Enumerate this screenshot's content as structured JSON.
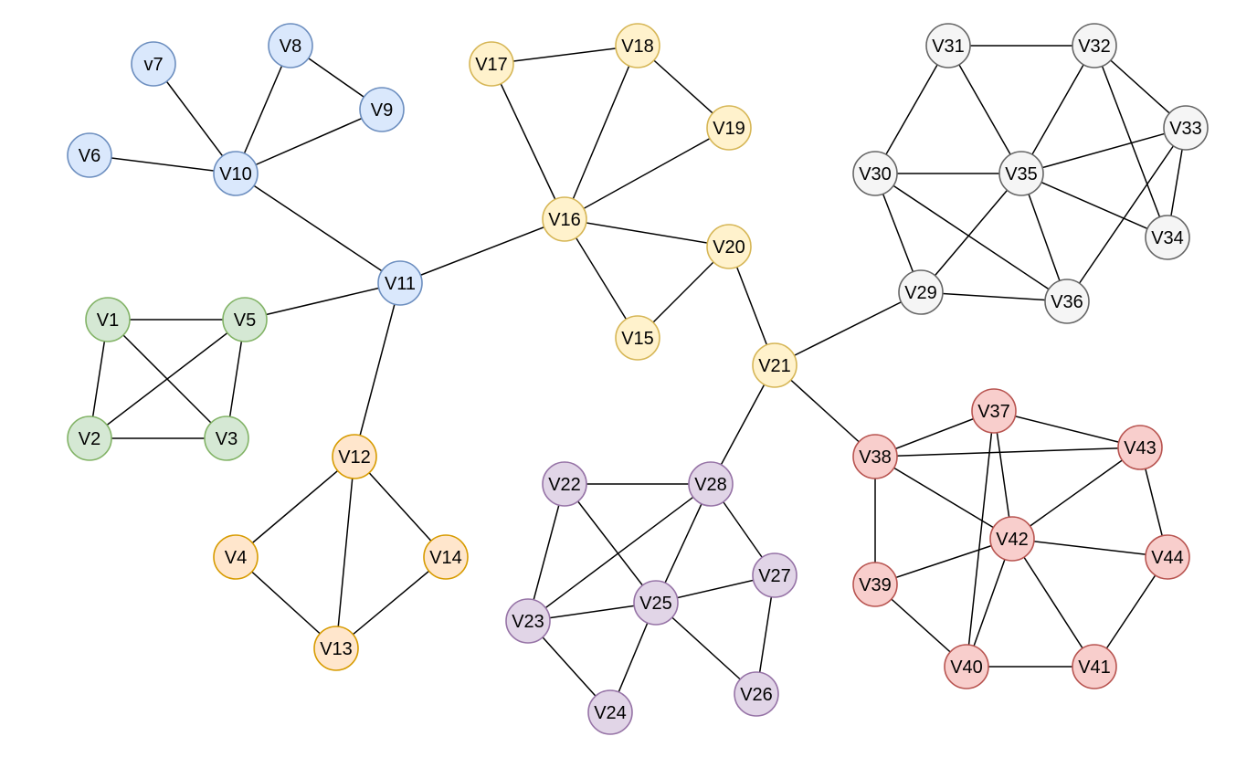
{
  "palettes": {
    "blue": {
      "fill": "#dae8fc",
      "stroke": "#6c8ebf"
    },
    "green": {
      "fill": "#d5e8d4",
      "stroke": "#82b366"
    },
    "orange": {
      "fill": "#ffe6cc",
      "stroke": "#d79b00"
    },
    "yellow": {
      "fill": "#fff2cc",
      "stroke": "#d6b656"
    },
    "purple": {
      "fill": "#e1d5e7",
      "stroke": "#9673a6"
    },
    "gray": {
      "fill": "#f5f5f5",
      "stroke": "#666666"
    },
    "red": {
      "fill": "#f8cecc",
      "stroke": "#b85450"
    }
  },
  "nodes": [
    {
      "id": "V1",
      "label": "V1",
      "group": "green"
    },
    {
      "id": "V2",
      "label": "V2",
      "group": "green"
    },
    {
      "id": "V3",
      "label": "V3",
      "group": "green"
    },
    {
      "id": "V4",
      "label": "V4",
      "group": "orange"
    },
    {
      "id": "V5",
      "label": "V5",
      "group": "green"
    },
    {
      "id": "V6",
      "label": "V6",
      "group": "blue"
    },
    {
      "id": "V7",
      "label": "v7",
      "group": "blue"
    },
    {
      "id": "V8",
      "label": "V8",
      "group": "blue"
    },
    {
      "id": "V9",
      "label": "V9",
      "group": "blue"
    },
    {
      "id": "V10",
      "label": "V10",
      "group": "blue"
    },
    {
      "id": "V11",
      "label": "V11",
      "group": "blue"
    },
    {
      "id": "V12",
      "label": "V12",
      "group": "orange"
    },
    {
      "id": "V13",
      "label": "V13",
      "group": "orange"
    },
    {
      "id": "V14",
      "label": "V14",
      "group": "orange"
    },
    {
      "id": "V15",
      "label": "V15",
      "group": "yellow"
    },
    {
      "id": "V16",
      "label": "V16",
      "group": "yellow"
    },
    {
      "id": "V17",
      "label": "V17",
      "group": "yellow"
    },
    {
      "id": "V18",
      "label": "V18",
      "group": "yellow"
    },
    {
      "id": "V19",
      "label": "V19",
      "group": "yellow"
    },
    {
      "id": "V20",
      "label": "V20",
      "group": "yellow"
    },
    {
      "id": "V21",
      "label": "V21",
      "group": "yellow"
    },
    {
      "id": "V22",
      "label": "V22",
      "group": "purple"
    },
    {
      "id": "V23",
      "label": "V23",
      "group": "purple"
    },
    {
      "id": "V24",
      "label": "V24",
      "group": "purple"
    },
    {
      "id": "V25",
      "label": "V25",
      "group": "purple"
    },
    {
      "id": "V26",
      "label": "V26",
      "group": "purple"
    },
    {
      "id": "V27",
      "label": "V27",
      "group": "purple"
    },
    {
      "id": "V28",
      "label": "V28",
      "group": "purple"
    },
    {
      "id": "V29",
      "label": "V29",
      "group": "gray"
    },
    {
      "id": "V30",
      "label": "V30",
      "group": "gray"
    },
    {
      "id": "V31",
      "label": "V31",
      "group": "gray"
    },
    {
      "id": "V32",
      "label": "V32",
      "group": "gray"
    },
    {
      "id": "V33",
      "label": "V33",
      "group": "gray"
    },
    {
      "id": "V34",
      "label": "V34",
      "group": "gray"
    },
    {
      "id": "V35",
      "label": "V35",
      "group": "gray"
    },
    {
      "id": "V36",
      "label": "V36",
      "group": "gray"
    },
    {
      "id": "V37",
      "label": "V37",
      "group": "red"
    },
    {
      "id": "V38",
      "label": "V38",
      "group": "red"
    },
    {
      "id": "V39",
      "label": "V39",
      "group": "red"
    },
    {
      "id": "V40",
      "label": "V40",
      "group": "red"
    },
    {
      "id": "V41",
      "label": "V41",
      "group": "red"
    },
    {
      "id": "V42",
      "label": "V42",
      "group": "red"
    },
    {
      "id": "V43",
      "label": "V43",
      "group": "red"
    },
    {
      "id": "V44",
      "label": "V44",
      "group": "red"
    }
  ],
  "edges": [
    [
      "V7",
      "V10"
    ],
    [
      "V8",
      "V10"
    ],
    [
      "V8",
      "V9"
    ],
    [
      "V9",
      "V10"
    ],
    [
      "V6",
      "V10"
    ],
    [
      "V10",
      "V11"
    ],
    [
      "V1",
      "V5"
    ],
    [
      "V1",
      "V2"
    ],
    [
      "V1",
      "V3"
    ],
    [
      "V5",
      "V2"
    ],
    [
      "V5",
      "V3"
    ],
    [
      "V2",
      "V3"
    ],
    [
      "V5",
      "V11"
    ],
    [
      "V11",
      "V16"
    ],
    [
      "V11",
      "V12"
    ],
    [
      "V12",
      "V4"
    ],
    [
      "V12",
      "V13"
    ],
    [
      "V12",
      "V14"
    ],
    [
      "V4",
      "V13"
    ],
    [
      "V14",
      "V13"
    ],
    [
      "V17",
      "V18"
    ],
    [
      "V17",
      "V16"
    ],
    [
      "V18",
      "V16"
    ],
    [
      "V18",
      "V19"
    ],
    [
      "V19",
      "V16"
    ],
    [
      "V16",
      "V20"
    ],
    [
      "V16",
      "V15"
    ],
    [
      "V20",
      "V15"
    ],
    [
      "V20",
      "V21"
    ],
    [
      "V21",
      "V29"
    ],
    [
      "V21",
      "V38"
    ],
    [
      "V21",
      "V28"
    ],
    [
      "V31",
      "V32"
    ],
    [
      "V31",
      "V30"
    ],
    [
      "V31",
      "V35"
    ],
    [
      "V32",
      "V35"
    ],
    [
      "V32",
      "V33"
    ],
    [
      "V32",
      "V34"
    ],
    [
      "V30",
      "V35"
    ],
    [
      "V30",
      "V29"
    ],
    [
      "V30",
      "V36"
    ],
    [
      "V35",
      "V33"
    ],
    [
      "V35",
      "V34"
    ],
    [
      "V35",
      "V29"
    ],
    [
      "V35",
      "V36"
    ],
    [
      "V33",
      "V34"
    ],
    [
      "V33",
      "V36"
    ],
    [
      "V29",
      "V36"
    ],
    [
      "V22",
      "V28"
    ],
    [
      "V22",
      "V23"
    ],
    [
      "V22",
      "V25"
    ],
    [
      "V28",
      "V23"
    ],
    [
      "V28",
      "V25"
    ],
    [
      "V28",
      "V27"
    ],
    [
      "V23",
      "V25"
    ],
    [
      "V23",
      "V24"
    ],
    [
      "V25",
      "V27"
    ],
    [
      "V25",
      "V24"
    ],
    [
      "V25",
      "V26"
    ],
    [
      "V27",
      "V26"
    ],
    [
      "V38",
      "V37"
    ],
    [
      "V38",
      "V43"
    ],
    [
      "V38",
      "V42"
    ],
    [
      "V38",
      "V39"
    ],
    [
      "V37",
      "V43"
    ],
    [
      "V37",
      "V42"
    ],
    [
      "V37",
      "V40"
    ],
    [
      "V43",
      "V42"
    ],
    [
      "V43",
      "V44"
    ],
    [
      "V42",
      "V39"
    ],
    [
      "V42",
      "V44"
    ],
    [
      "V42",
      "V40"
    ],
    [
      "V42",
      "V41"
    ],
    [
      "V39",
      "V40"
    ],
    [
      "V40",
      "V41"
    ],
    [
      "V44",
      "V41"
    ]
  ]
}
